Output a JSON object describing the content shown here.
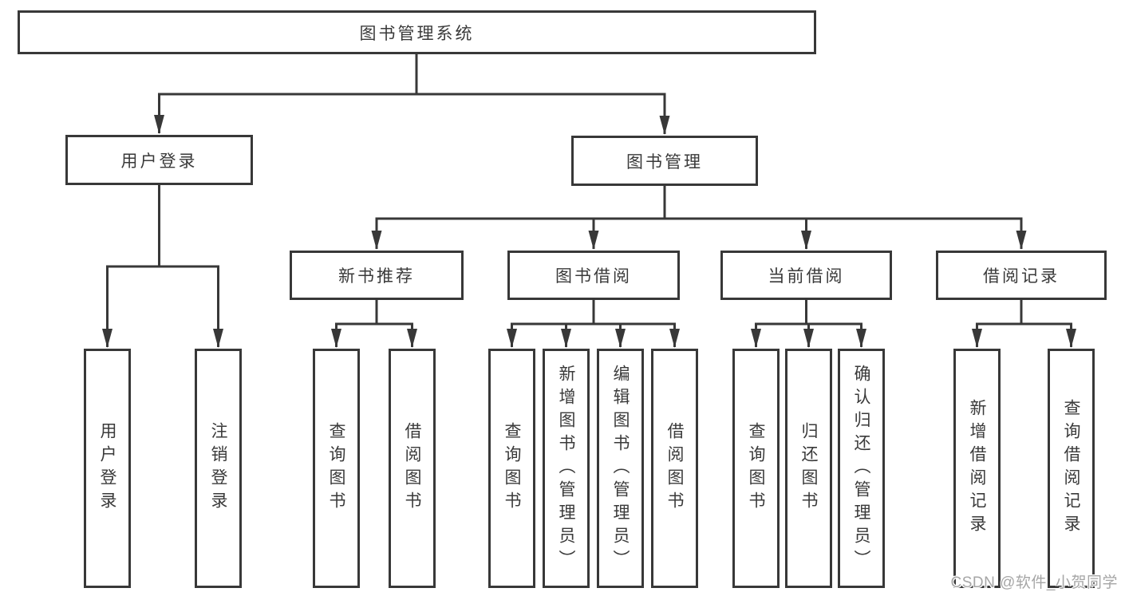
{
  "tree": {
    "root": {
      "label": "图书管理系统",
      "children": [
        {
          "label": "用户登录",
          "children": [
            {
              "label": "用户登录"
            },
            {
              "label": "注销登录"
            }
          ]
        },
        {
          "label": "图书管理",
          "children": [
            {
              "label": "新书推荐",
              "children": [
                {
                  "label": "查询图书"
                },
                {
                  "label": "借阅图书"
                }
              ]
            },
            {
              "label": "图书借阅",
              "children": [
                {
                  "label": "查询图书"
                },
                {
                  "label": "新增图书（管理员）"
                },
                {
                  "label": "编辑图书（管理员）"
                },
                {
                  "label": "借阅图书"
                }
              ]
            },
            {
              "label": "当前借阅",
              "children": [
                {
                  "label": "查询图书"
                },
                {
                  "label": "归还图书"
                },
                {
                  "label": "确认归还（管理员）"
                }
              ]
            },
            {
              "label": "借阅记录",
              "children": [
                {
                  "label": "新增借阅记录"
                },
                {
                  "label": "查询借阅记录"
                }
              ]
            }
          ]
        }
      ]
    }
  },
  "watermark": "CSDN @软件_小贺同学",
  "colors": {
    "line": "#383838",
    "box_border": "#383838",
    "text": "#3a3a3a",
    "watermark": "#a6a6a6",
    "background": "#ffffff"
  }
}
